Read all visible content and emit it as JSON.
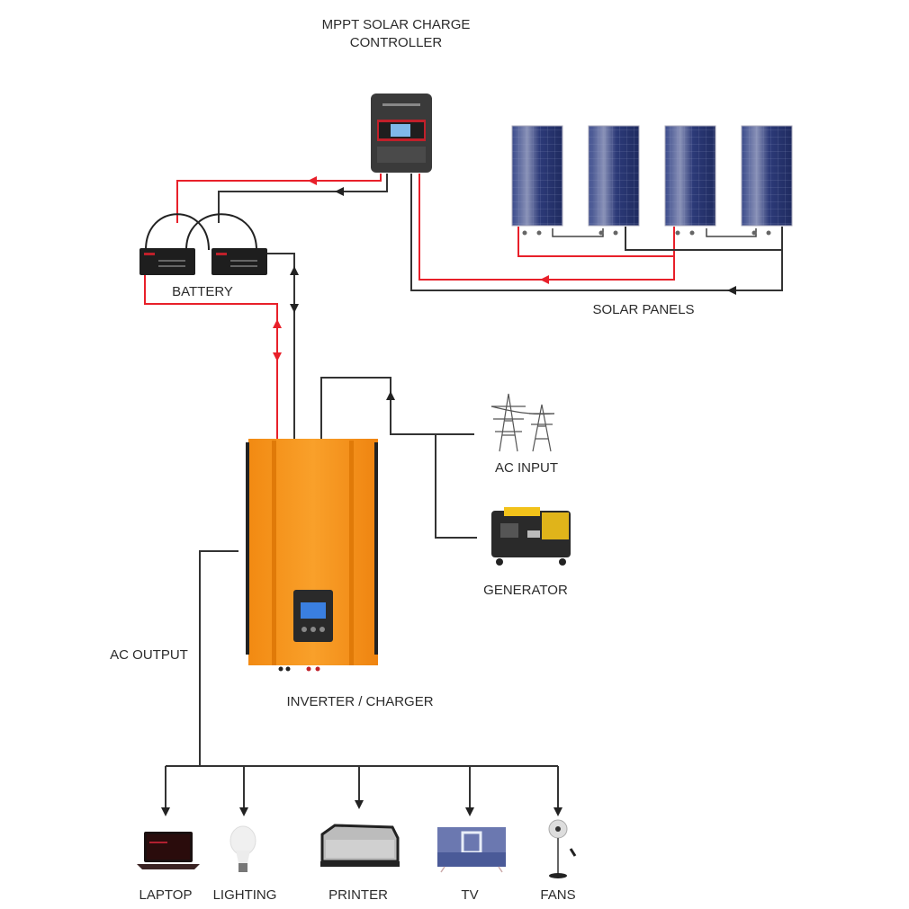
{
  "title": {
    "line1": "MPPT SOLAR CHARGE",
    "line2": "CONTROLLER"
  },
  "components": {
    "battery": "BATTERY",
    "solar_panels": "SOLAR PANELS",
    "ac_input": "AC INPUT",
    "generator": "GENERATOR",
    "inverter": "INVERTER / CHARGER",
    "ac_output": "AC OUTPUT"
  },
  "loads": [
    {
      "label": "LAPTOP",
      "icon": "laptop-icon"
    },
    {
      "label": "LIGHTING",
      "icon": "light-bulb-icon"
    },
    {
      "label": "PRINTER",
      "icon": "printer-icon"
    },
    {
      "label": "TV",
      "icon": "tv-icon"
    },
    {
      "label": "FANS",
      "icon": "fan-icon"
    }
  ],
  "colors": {
    "positive_wire": "#e8202a",
    "negative_wire": "#333333",
    "inverter_body": "#f7931e",
    "panel_blue": "#2e3d78",
    "controller_body": "#3a3a3a"
  },
  "panel_count": 4,
  "battery_count": 2
}
